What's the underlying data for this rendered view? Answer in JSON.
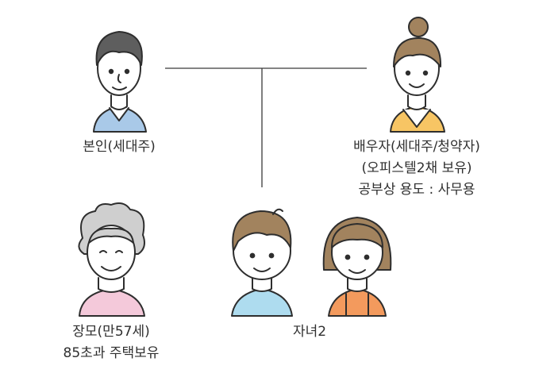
{
  "members": {
    "self": {
      "label": "본인(세대주)"
    },
    "spouse": {
      "line1": "배우자(세대주/청약자)",
      "line2": "(오피스텔2채 보유)",
      "line3": "공부상 용도 : 사무용"
    },
    "mother_in_law": {
      "line1": "장모(만57세)",
      "line2": "85초과 주택보유"
    },
    "children": {
      "label": "자녀2"
    }
  },
  "colors": {
    "line": "#3a3a3a",
    "outline": "#2e2e2e",
    "skin": "#ffffff",
    "hair_dark": "#5e5e5e",
    "hair_brown": "#a2835e",
    "hair_gray": "#cfcfcf",
    "shirt_blue": "#a9c9e8",
    "shirt_yellow": "#f7c564",
    "shirt_pink": "#f4c9da",
    "shirt_lightblue": "#aedcef",
    "apron_orange": "#f39a5d"
  }
}
